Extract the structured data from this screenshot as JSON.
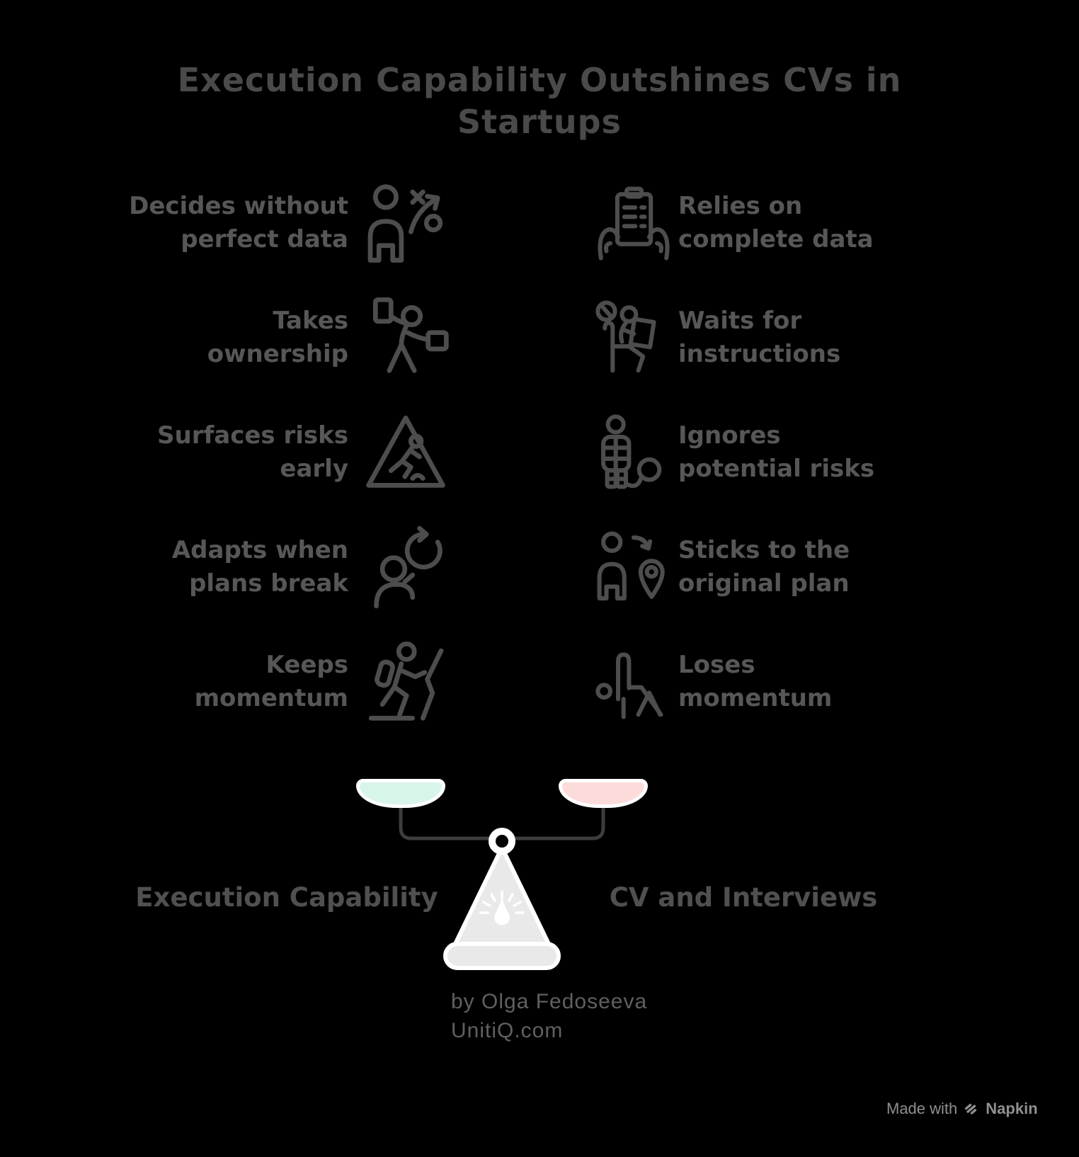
{
  "title": "Execution Capability Outshines CVs in\nStartups",
  "comparison_rows": [
    {
      "left": {
        "label": "Decides without\nperfect data",
        "icon": "strategy-decision-icon"
      },
      "right": {
        "label": "Relies on\ncomplete data",
        "icon": "clipboard-hands-icon"
      }
    },
    {
      "left": {
        "label": "Takes\nownership",
        "icon": "referee-cards-icon"
      },
      "right": {
        "label": "Waits for\ninstructions",
        "icon": "seated-reading-ban-icon"
      }
    },
    {
      "left": {
        "label": "Surfaces risks\nearly",
        "icon": "slip-warning-triangle-icon"
      },
      "right": {
        "label": "Ignores\npotential risks",
        "icon": "mummy-ball-chain-icon"
      }
    },
    {
      "left": {
        "label": "Adapts when\nplans break",
        "icon": "person-refresh-icon"
      },
      "right": {
        "label": "Sticks to the\noriginal plan",
        "icon": "person-location-pin-icon"
      }
    },
    {
      "left": {
        "label": "Keeps\nmomentum",
        "icon": "hiker-climbing-icon"
      },
      "right": {
        "label": "Loses\nmomentum",
        "icon": "slumped-person-icon"
      }
    }
  ],
  "scale": {
    "left_label": "Execution Capability",
    "right_label": "CV and Interviews",
    "left_pan_color": "#d8f5e9",
    "right_pan_color": "#fcdcdb",
    "body_color": "#e9e9e9",
    "outline_color": "#ffffff",
    "beam_color": "#3d3d3d"
  },
  "credit": {
    "byline": "by Olga Fedoseeva",
    "website": "UnitiQ.com"
  },
  "footer": {
    "made_with": "Made with",
    "brand": "Napkin"
  },
  "colors": {
    "background": "#000000",
    "title_text": "#4a4a4a",
    "body_text": "#575757",
    "icon_stroke": "#4d4d4d",
    "footer_text": "#8f8f8f"
  }
}
